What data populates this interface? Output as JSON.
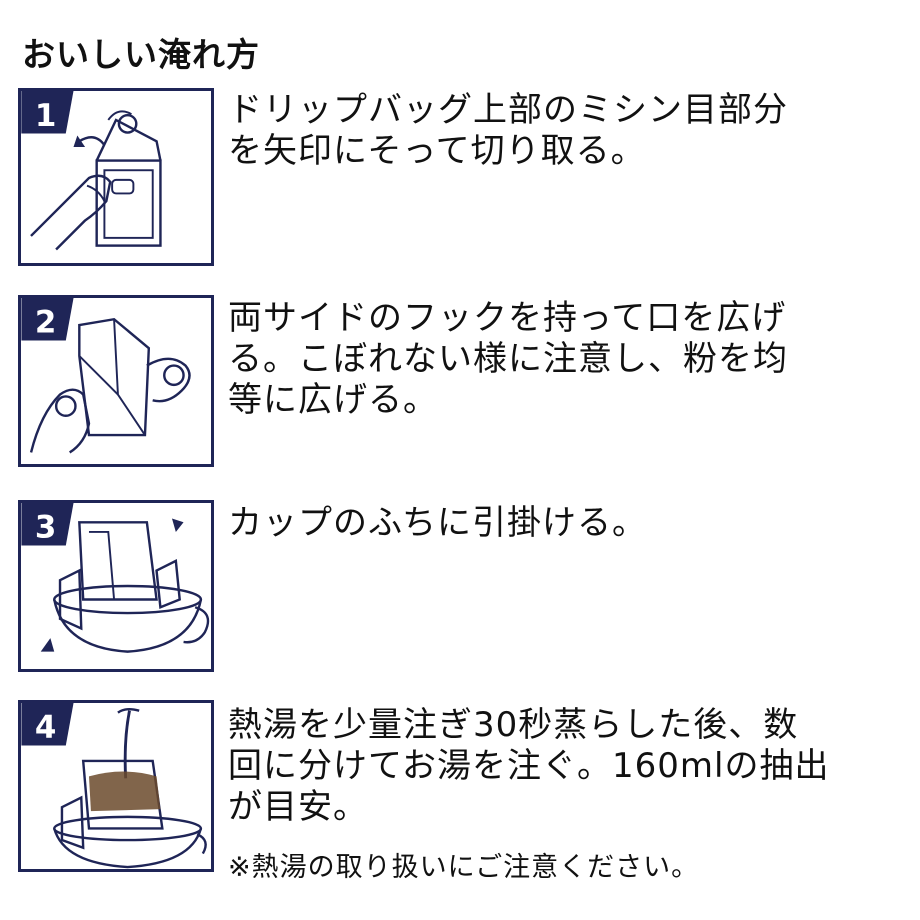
{
  "title": "おいしい淹れ方",
  "steps": [
    {
      "number": "1",
      "lines": [
        "ドリップバッグ上部のミシン目部分",
        "を矢印にそって切り取る。"
      ]
    },
    {
      "number": "2",
      "lines": [
        "両サイドのフックを持って口を広げ",
        "る。こぼれない様に注意し、粉を均",
        "等に広げる。"
      ]
    },
    {
      "number": "3",
      "lines": [
        "カップのふちに引掛ける。"
      ]
    },
    {
      "number": "4",
      "lines": [
        "熱湯を少量注ぎ30秒蒸らした後、数",
        "回に分けてお湯を注ぐ。160mlの抽出",
        "が目安。"
      ]
    }
  ],
  "note": "※熱湯の取り扱いにご注意ください。",
  "colors": {
    "frame": "#1f2557",
    "ink": "#111111",
    "coffee": "#6b4a2b"
  }
}
